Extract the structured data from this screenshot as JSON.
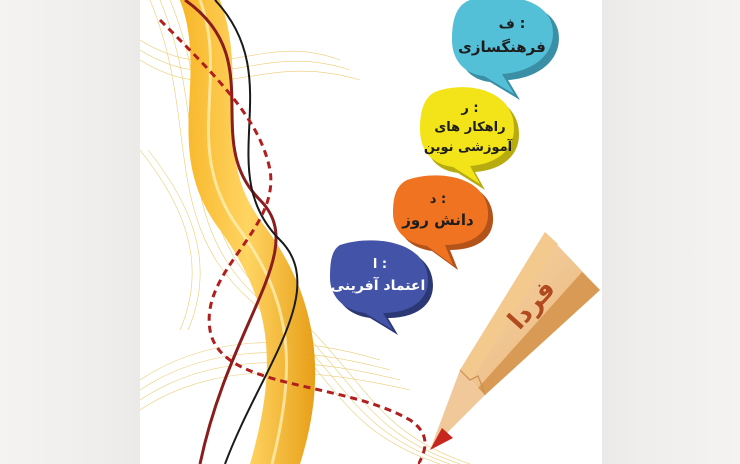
{
  "bubbles": [
    {
      "letter": "ف :",
      "text": "فرهنگسازی",
      "color": "#54c0d8"
    },
    {
      "letter": "ر :",
      "text_line1": "راهکار های",
      "text_line2": "آموزشی نوین",
      "color": "#f3e419"
    },
    {
      "letter": "د :",
      "text": "دانش روز",
      "color": "#f07322"
    },
    {
      "letter": "ا :",
      "text": "اعتماد آفرینی",
      "color": "#4353a8"
    }
  ],
  "pencil": {
    "label": "فردا"
  }
}
